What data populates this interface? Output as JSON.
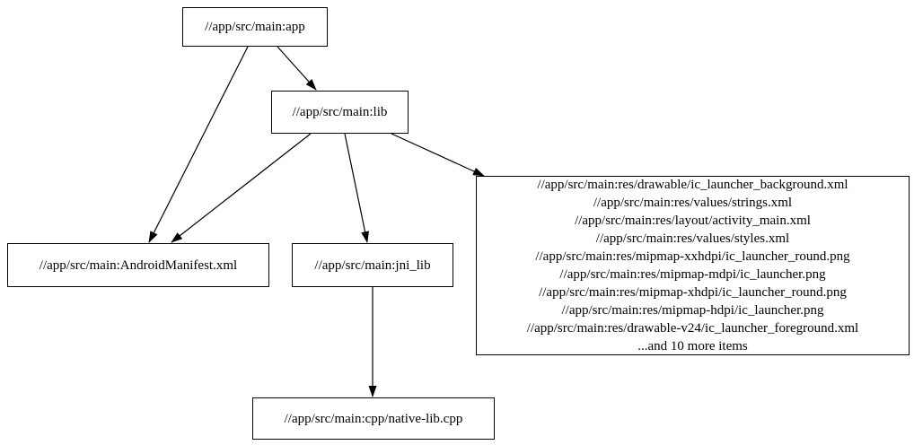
{
  "diagram": {
    "type": "dependency-graph",
    "nodes": {
      "app": {
        "label": "//app/src/main:app"
      },
      "lib": {
        "label": "//app/src/main:lib"
      },
      "manifest": {
        "label": "//app/src/main:AndroidManifest.xml"
      },
      "jni_lib": {
        "label": "//app/src/main:jni_lib"
      },
      "cpp": {
        "label": "//app/src/main:cpp/native-lib.cpp"
      },
      "resources": {
        "lines": [
          "//app/src/main:res/drawable/ic_launcher_background.xml",
          "//app/src/main:res/values/strings.xml",
          "//app/src/main:res/layout/activity_main.xml",
          "//app/src/main:res/values/styles.xml",
          "//app/src/main:res/mipmap-xxhdpi/ic_launcher_round.png",
          "//app/src/main:res/mipmap-mdpi/ic_launcher.png",
          "//app/src/main:res/mipmap-xhdpi/ic_launcher_round.png",
          "//app/src/main:res/mipmap-hdpi/ic_launcher.png",
          "//app/src/main:res/drawable-v24/ic_launcher_foreground.xml",
          "...and 10 more items"
        ]
      }
    },
    "edges": [
      {
        "from": "app",
        "to": "lib"
      },
      {
        "from": "app",
        "to": "manifest"
      },
      {
        "from": "lib",
        "to": "manifest"
      },
      {
        "from": "lib",
        "to": "jni_lib"
      },
      {
        "from": "lib",
        "to": "resources"
      },
      {
        "from": "jni_lib",
        "to": "cpp"
      }
    ],
    "colors": {
      "node_border": "#000000",
      "edge": "#000000",
      "background": "#ffffff",
      "text": "#000000"
    }
  }
}
